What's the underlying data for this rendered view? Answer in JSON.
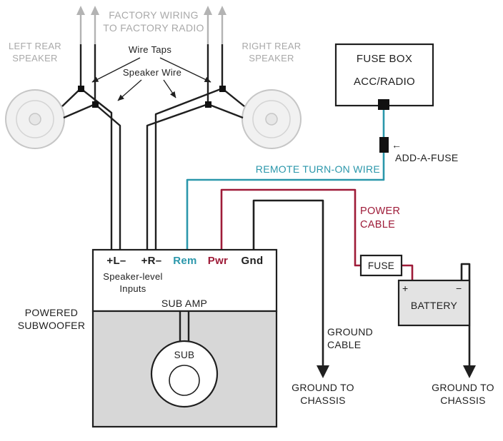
{
  "colors": {
    "teal": "#2b97ab",
    "maroon": "#9e1b38",
    "gray": "#a9a9a9",
    "wire_black": "#1f1f1f",
    "enclosure_fill": "#d7d7d7",
    "battery_fill": "#e3e3e3"
  },
  "factory": {
    "label": "FACTORY WIRING\nTO FACTORY RADIO"
  },
  "speakers": {
    "left_label": "LEFT REAR\nSPEAKER",
    "right_label": "RIGHT REAR\nSPEAKER"
  },
  "annotations": {
    "wire_taps": "Wire Taps",
    "speaker_wire": "Speaker Wire"
  },
  "fuse_box": {
    "title": "FUSE BOX",
    "circuit": "ACC/RADIO"
  },
  "add_a_fuse": {
    "arrow": "←",
    "label": "ADD-A-FUSE"
  },
  "remote_wire": {
    "label": "REMOTE TURN-ON WIRE"
  },
  "power_cable": {
    "label": "POWER\nCABLE"
  },
  "fuse": {
    "label": "FUSE"
  },
  "battery": {
    "label": "BATTERY",
    "plus": "+",
    "minus": "−"
  },
  "amp": {
    "terminals": {
      "left": "+L–",
      "right": "+R–",
      "rem": "Rem",
      "pwr": "Pwr",
      "gnd": "Gnd"
    },
    "inputs_label": "Speaker-level\nInputs",
    "name": "SUB AMP"
  },
  "subwoofer": {
    "label": "POWERED\nSUBWOOFER",
    "sub": "SUB"
  },
  "grounds": {
    "cable_label": "GROUND\nCABLE",
    "chassis_left": "GROUND TO\nCHASSIS",
    "chassis_right": "GROUND TO\nCHASSIS"
  }
}
